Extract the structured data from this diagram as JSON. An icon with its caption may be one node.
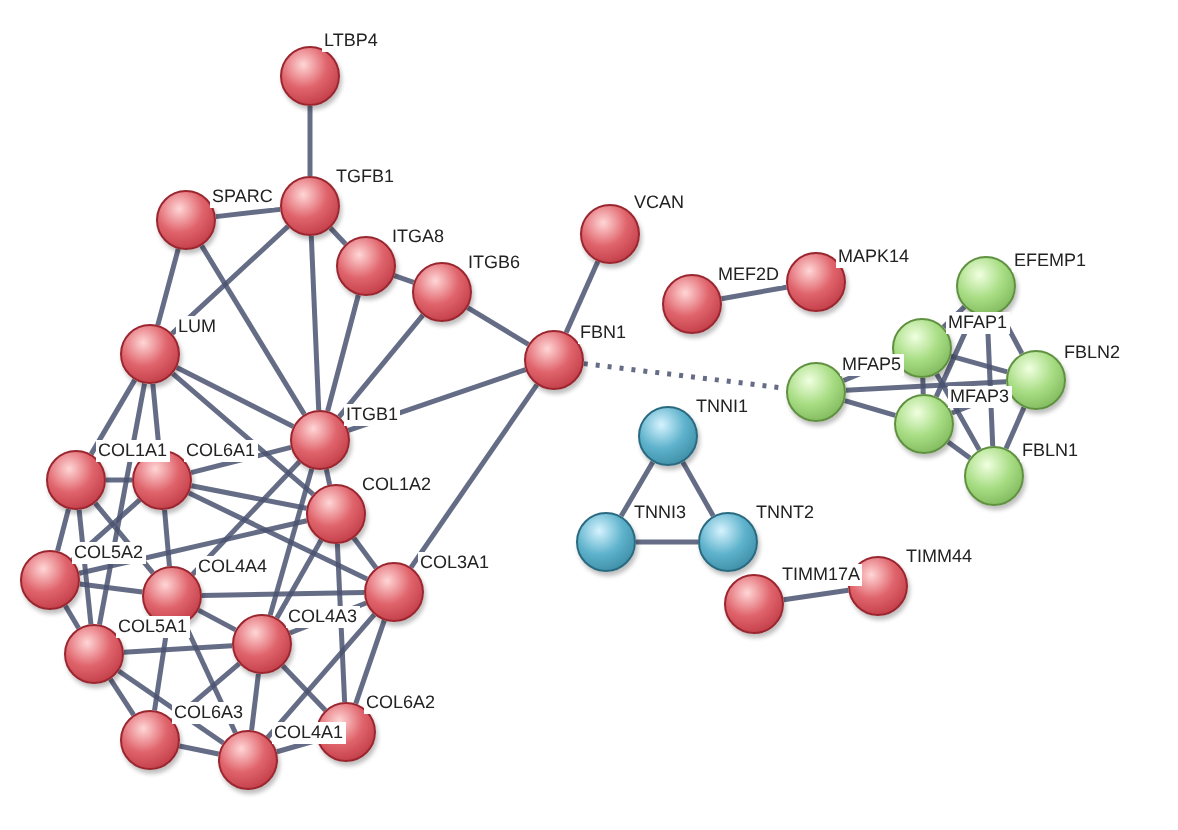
{
  "diagram": {
    "nodes": [
      {
        "text": [
          "LTBP4"
        ]
      },
      {
        "text": [
          "TGFB1"
        ]
      },
      {
        "text": [
          "SPARC"
        ]
      },
      {
        "text": [
          "ITGA8"
        ]
      },
      {
        "text": [
          "ITGB6"
        ]
      },
      {
        "text": [
          "VCAN"
        ]
      },
      {
        "text": [
          "FBN1"
        ]
      },
      {
        "text": [
          "LUM"
        ]
      },
      {
        "text": [
          "ITGB1"
        ]
      },
      {
        "text": [
          "COL1A1"
        ]
      },
      {
        "text": [
          "COL6A1"
        ]
      },
      {
        "text": [
          "COL1A2"
        ]
      },
      {
        "text": [
          "COL5A2"
        ]
      },
      {
        "text": [
          "COL4A4"
        ]
      },
      {
        "text": [
          "COL3A1"
        ]
      },
      {
        "text": [
          "COL5A1"
        ]
      },
      {
        "text": [
          "COL4A3"
        ]
      },
      {
        "text": [
          "COL6A3"
        ]
      },
      {
        "text": [
          "COL4A1"
        ]
      },
      {
        "text": [
          "COL6A2"
        ]
      },
      {
        "text": [
          "MEF2D"
        ]
      },
      {
        "text": [
          "MAPK14"
        ]
      },
      {
        "text": [
          "EFEMP1"
        ]
      },
      {
        "text": [
          "MFAP1"
        ]
      },
      {
        "text": [
          "MFAP5"
        ]
      },
      {
        "text": [
          "FBLN2"
        ]
      },
      {
        "text": [
          "MFAP3"
        ]
      },
      {
        "text": [
          "FBLN1"
        ]
      },
      {
        "text": [
          "TNNI1"
        ]
      },
      {
        "text": [
          "TNNI3"
        ]
      },
      {
        "text": [
          "TNNT2"
        ]
      },
      {
        "text": [
          "TIMM17A"
        ]
      },
      {
        "text": [
          "TIMM44"
        ]
      }
    ],
    "edges": [
      {
        "from": 0,
        "to": 1,
        "arrow": "none"
      },
      {
        "from": 1,
        "to": 2,
        "arrow": "none"
      },
      {
        "from": 1,
        "to": 3,
        "arrow": "none"
      },
      {
        "from": 1,
        "to": 7,
        "arrow": "none"
      },
      {
        "from": 1,
        "to": 8,
        "arrow": "none"
      },
      {
        "from": 2,
        "to": 7,
        "arrow": "none"
      },
      {
        "from": 2,
        "to": 8,
        "arrow": "none"
      },
      {
        "from": 3,
        "to": 4,
        "arrow": "none"
      },
      {
        "from": 3,
        "to": 8,
        "arrow": "none"
      },
      {
        "from": 4,
        "to": 6,
        "arrow": "none"
      },
      {
        "from": 4,
        "to": 8,
        "arrow": "none"
      },
      {
        "from": 5,
        "to": 6,
        "arrow": "none"
      },
      {
        "from": 6,
        "to": 8,
        "arrow": "none"
      },
      {
        "from": 6,
        "to": 14,
        "arrow": "none"
      },
      {
        "from": 6,
        "to": 24,
        "arrow": "none",
        "style": "dashed"
      },
      {
        "from": 7,
        "to": 9,
        "arrow": "none"
      },
      {
        "from": 7,
        "to": 10,
        "arrow": "none"
      },
      {
        "from": 7,
        "to": 8,
        "arrow": "none"
      },
      {
        "from": 7,
        "to": 11,
        "arrow": "none"
      },
      {
        "from": 7,
        "to": 15,
        "arrow": "none"
      },
      {
        "from": 8,
        "to": 10,
        "arrow": "none"
      },
      {
        "from": 8,
        "to": 11,
        "arrow": "none"
      },
      {
        "from": 8,
        "to": 13,
        "arrow": "none"
      },
      {
        "from": 8,
        "to": 16,
        "arrow": "none"
      },
      {
        "from": 9,
        "to": 10,
        "arrow": "none"
      },
      {
        "from": 9,
        "to": 12,
        "arrow": "none"
      },
      {
        "from": 9,
        "to": 13,
        "arrow": "none"
      },
      {
        "from": 9,
        "to": 15,
        "arrow": "none"
      },
      {
        "from": 10,
        "to": 11,
        "arrow": "none"
      },
      {
        "from": 10,
        "to": 12,
        "arrow": "none"
      },
      {
        "from": 10,
        "to": 13,
        "arrow": "none"
      },
      {
        "from": 10,
        "to": 14,
        "arrow": "none"
      },
      {
        "from": 11,
        "to": 14,
        "arrow": "none"
      },
      {
        "from": 11,
        "to": 12,
        "arrow": "none"
      },
      {
        "from": 11,
        "to": 16,
        "arrow": "none"
      },
      {
        "from": 11,
        "to": 19,
        "arrow": "none"
      },
      {
        "from": 12,
        "to": 13,
        "arrow": "none"
      },
      {
        "from": 12,
        "to": 15,
        "arrow": "none"
      },
      {
        "from": 13,
        "to": 16,
        "arrow": "none"
      },
      {
        "from": 13,
        "to": 18,
        "arrow": "none"
      },
      {
        "from": 13,
        "to": 14,
        "arrow": "none"
      },
      {
        "from": 13,
        "to": 17,
        "arrow": "none"
      },
      {
        "from": 14,
        "to": 16,
        "arrow": "none"
      },
      {
        "from": 14,
        "to": 19,
        "arrow": "none"
      },
      {
        "from": 14,
        "to": 18,
        "arrow": "none"
      },
      {
        "from": 15,
        "to": 17,
        "arrow": "none"
      },
      {
        "from": 15,
        "to": 16,
        "arrow": "none"
      },
      {
        "from": 15,
        "to": 18,
        "arrow": "none"
      },
      {
        "from": 16,
        "to": 18,
        "arrow": "none"
      },
      {
        "from": 16,
        "to": 17,
        "arrow": "none"
      },
      {
        "from": 16,
        "to": 19,
        "arrow": "none"
      },
      {
        "from": 17,
        "to": 18,
        "arrow": "none"
      },
      {
        "from": 18,
        "to": 19,
        "arrow": "none"
      },
      {
        "from": 20,
        "to": 21,
        "arrow": "none"
      },
      {
        "from": 24,
        "to": 23,
        "arrow": "none"
      },
      {
        "from": 24,
        "to": 26,
        "arrow": "none"
      },
      {
        "from": 24,
        "to": 25,
        "arrow": "none"
      },
      {
        "from": 23,
        "to": 22,
        "arrow": "none"
      },
      {
        "from": 23,
        "to": 25,
        "arrow": "none"
      },
      {
        "from": 23,
        "to": 26,
        "arrow": "none"
      },
      {
        "from": 23,
        "to": 27,
        "arrow": "none"
      },
      {
        "from": 22,
        "to": 25,
        "arrow": "none"
      },
      {
        "from": 22,
        "to": 26,
        "arrow": "none"
      },
      {
        "from": 22,
        "to": 27,
        "arrow": "none"
      },
      {
        "from": 25,
        "to": 26,
        "arrow": "none"
      },
      {
        "from": 25,
        "to": 27,
        "arrow": "none"
      },
      {
        "from": 26,
        "to": 27,
        "arrow": "none"
      },
      {
        "from": 28,
        "to": 29,
        "arrow": "none"
      },
      {
        "from": 28,
        "to": 30,
        "arrow": "none"
      },
      {
        "from": 29,
        "to": 30,
        "arrow": "none"
      },
      {
        "from": 31,
        "to": 32,
        "arrow": "none"
      }
    ]
  }
}
